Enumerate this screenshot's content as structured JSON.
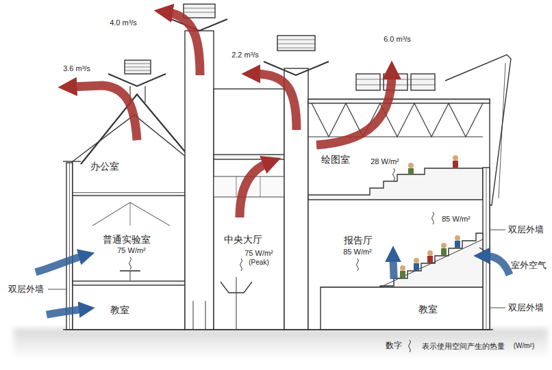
{
  "diagram": {
    "nodes": [
      {
        "text": [
          "办公室"
        ]
      },
      {
        "text": [
          "普通实验室",
          "75 W/m²"
        ]
      },
      {
        "text": [
          "教室"
        ]
      },
      {
        "text": [
          "中央大厅",
          "75 W/m²",
          "(Peak)"
        ]
      },
      {
        "text": [
          "绘图室",
          "28 W/m²"
        ]
      },
      {
        "text": [
          "报告厅",
          "85 W/m²",
          "85 W/m²"
        ]
      },
      {
        "text": [
          "教室"
        ]
      }
    ],
    "labels": [
      "4.0 m³/s",
      "3.6 m³/s",
      "2.2 m³/s",
      "6.0 m³/s",
      "双层外墙",
      "双层外墙",
      "室外空气",
      "双层外墙",
      "数字",
      "表示使用空间产生的热量",
      "(W/m²)"
    ]
  }
}
